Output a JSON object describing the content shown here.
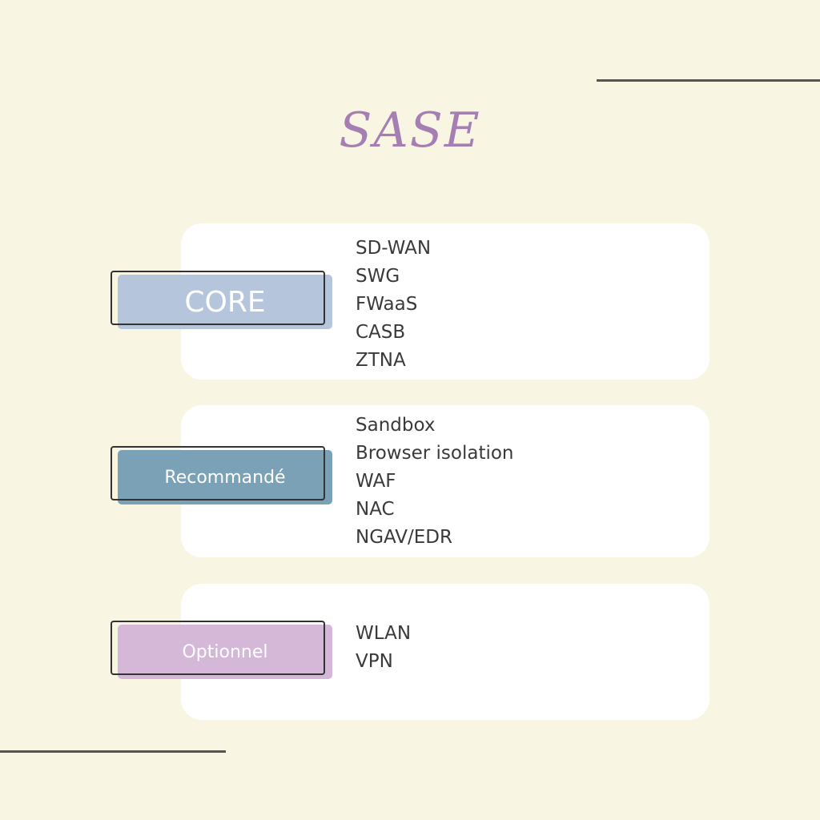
{
  "title": "SASE",
  "colors": {
    "background": "#f9f5e3",
    "title": "#a57fb3",
    "core": "#b5c6dc",
    "recommended": "#7aa1b5",
    "optional": "#d5b8d8"
  },
  "sections": [
    {
      "label": "CORE",
      "items": [
        "SD-WAN",
        "SWG",
        "FWaaS",
        "CASB",
        "ZTNA"
      ]
    },
    {
      "label": "Recommandé",
      "items": [
        "Sandbox",
        "Browser isolation",
        "WAF",
        "NAC",
        "NGAV/EDR"
      ]
    },
    {
      "label": "Optionnel",
      "items": [
        "WLAN",
        "VPN"
      ]
    }
  ]
}
